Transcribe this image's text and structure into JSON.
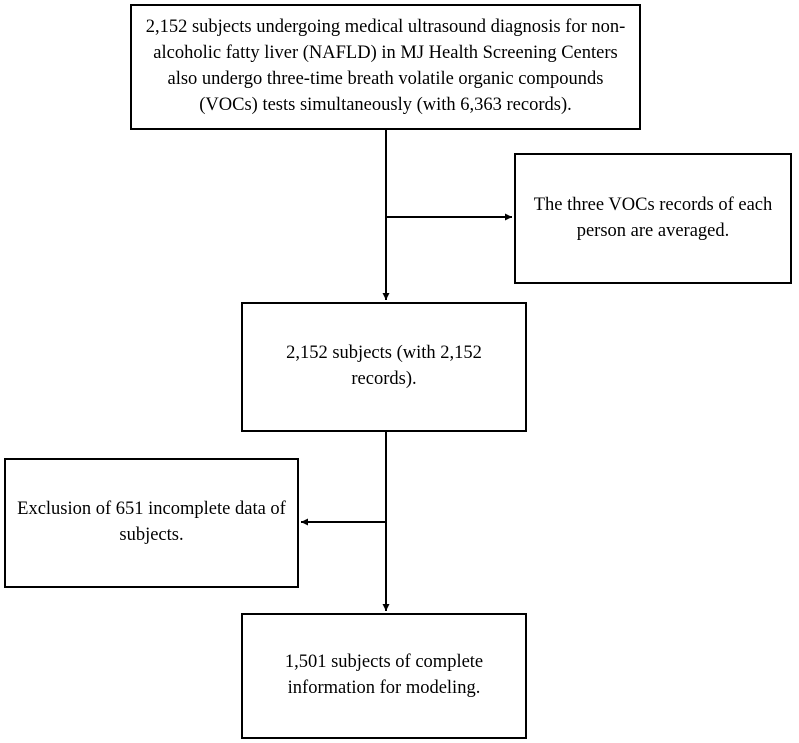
{
  "flowchart": {
    "steps": [
      {
        "text": "2,152 subjects undergoing medical ultrasound diagnosis for non-alcoholic fatty liver (NAFLD) in MJ Health Screening Centers also undergo three-time breath volatile organic compounds (VOCs) tests simultaneously (with 6,363 records)."
      },
      {
        "text": "The three VOCs records of each person are averaged."
      },
      {
        "text": "2,152 subjects (with 2,152 records)."
      },
      {
        "text": "Exclusion of 651 incomplete data of subjects."
      },
      {
        "text": "1,501 subjects of complete information for modeling."
      }
    ]
  }
}
